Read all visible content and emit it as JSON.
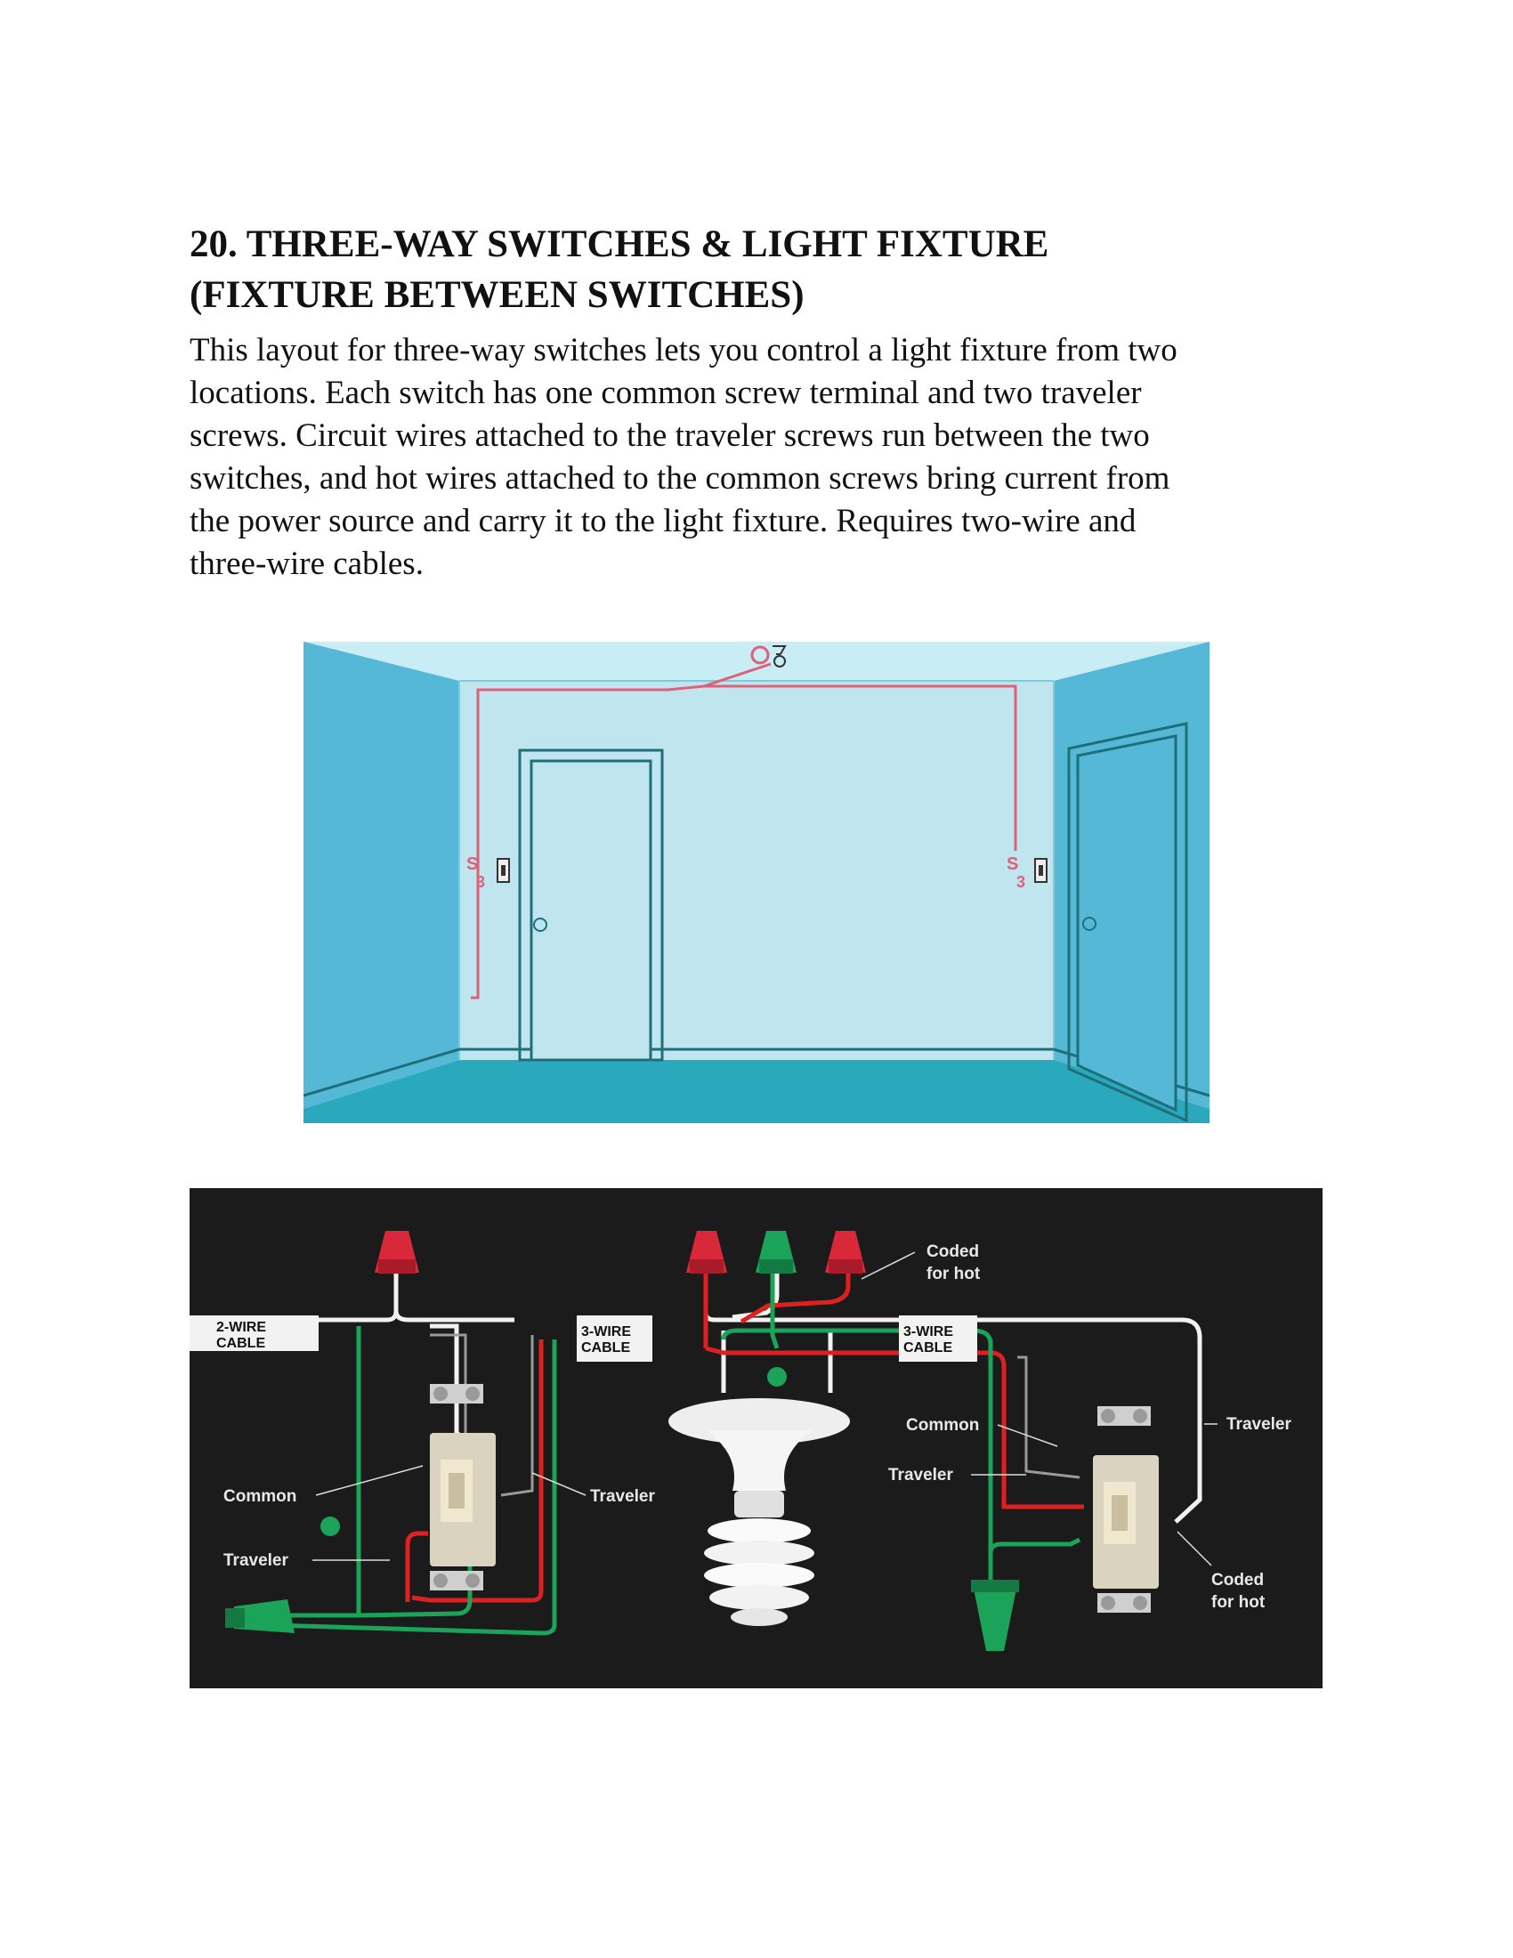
{
  "document": {
    "heading_lines": [
      "20. THREE-WAY SWITCHES & LIGHT FIXTURE",
      "(FIXTURE BETWEEN SWITCHES)"
    ],
    "body_lines": [
      "This layout for three-way switches lets you control a light fixture from two",
      "locations. Each switch has one common screw terminal and two traveler",
      "screws. Circuit wires attached to the traveler screws run between the two",
      "switches, and hot wires attached to the common screws bring current from",
      "the power source and carry it to the light fixture. Requires two-wire and",
      "three-wire cables."
    ]
  },
  "room_diagram": {
    "left_switch_symbol": {
      "letter": "S",
      "subscript": "3"
    },
    "right_switch_symbol": {
      "letter": "S",
      "subscript": "3"
    },
    "colors": {
      "wall": "#bfe6ef",
      "side_wall": "#55b8d6",
      "floor": "#2aa9bd",
      "wire": "#e0607a",
      "outline": "#1f6f7a"
    }
  },
  "wiring_diagram": {
    "cable_labels": {
      "two_wire": [
        "2-WIRE",
        "CABLE"
      ],
      "three_wire_left": [
        "3-WIRE",
        "CABLE"
      ],
      "three_wire_right": [
        "3-WIRE",
        "CABLE"
      ]
    },
    "callouts": {
      "common_left": "Common",
      "traveler_left": "Traveler",
      "traveler_mid": "Traveler",
      "common_right": "Common",
      "traveler_right_inner": "Traveler",
      "traveler_right_outer": "Traveler",
      "coded_hot_top": [
        "Coded",
        "for hot"
      ],
      "coded_hot_bottom": [
        "Coded",
        "for hot"
      ]
    },
    "colors": {
      "background": "#1b1b1b",
      "hot_red": "#e02020",
      "ground_green": "#1ba35a",
      "neutral_white": "#f2f2f2",
      "switch_body": "#d9d3c0"
    }
  }
}
